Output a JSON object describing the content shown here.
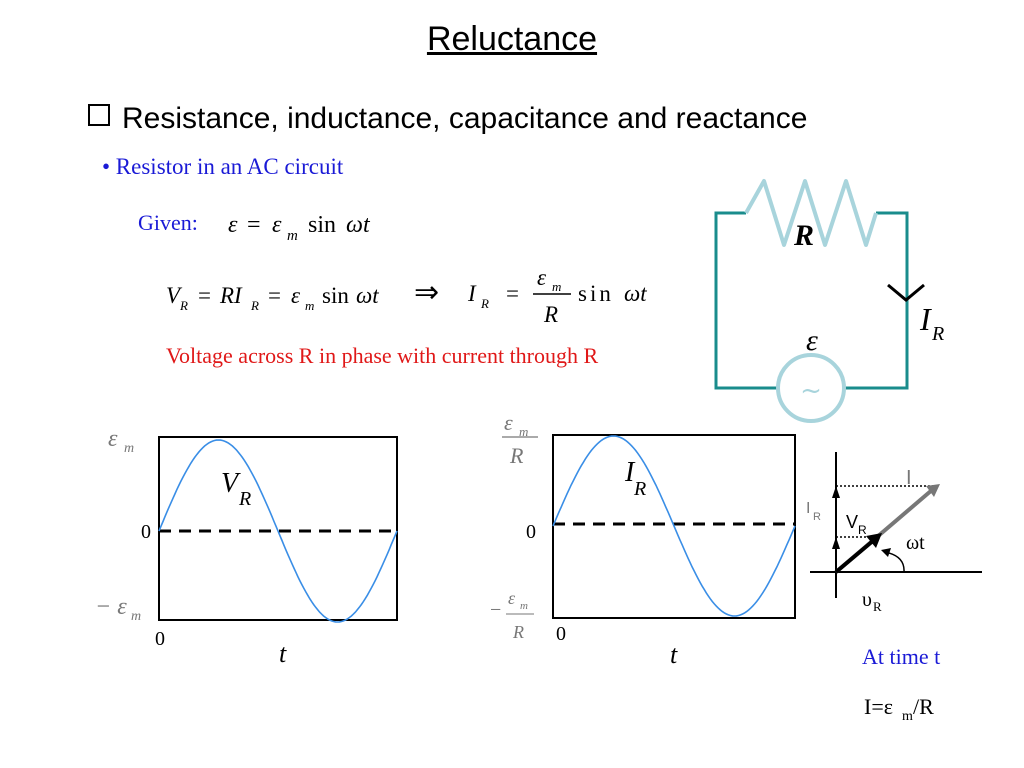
{
  "title": "Reluctance",
  "heading": "Resistance, inductance, capacitance and reactance",
  "bullet": "• Resistor in an AC circuit",
  "given_label": "Given:",
  "equations": {
    "given": "ε = εm sin ωt",
    "vr": "VR = RIR = εm sin ωt",
    "implies": "⇒",
    "ir": "IR = (εm / R) sin ωt"
  },
  "note": "Voltage across R in phase with current through R",
  "circuit": {
    "resistor": "R",
    "current": "IR",
    "emf": "ε",
    "source_symbol": "~"
  },
  "plot_vr": {
    "series": "VR",
    "ymax_label": "εm",
    "ymin_label": "−εm",
    "zero_label": "0",
    "x_origin_label": "0",
    "xlabel": "t"
  },
  "plot_ir": {
    "series": "IR",
    "ymax_label": "εm/R",
    "ymin_label": "−εm/R",
    "zero_label": "0",
    "x_origin_label": "0",
    "xlabel": "t"
  },
  "phasor": {
    "I": "I",
    "IR": "IR",
    "VR": "VR",
    "angle": "ωt",
    "v_axis": "υR"
  },
  "at_time": "At time t",
  "relation": "I=εm/R",
  "colors": {
    "blue": "#1a1ad6",
    "red": "#e01818",
    "teal": "#1a8c8c",
    "curve": "#3a8ee6",
    "resistor": "#a8d4dc"
  }
}
